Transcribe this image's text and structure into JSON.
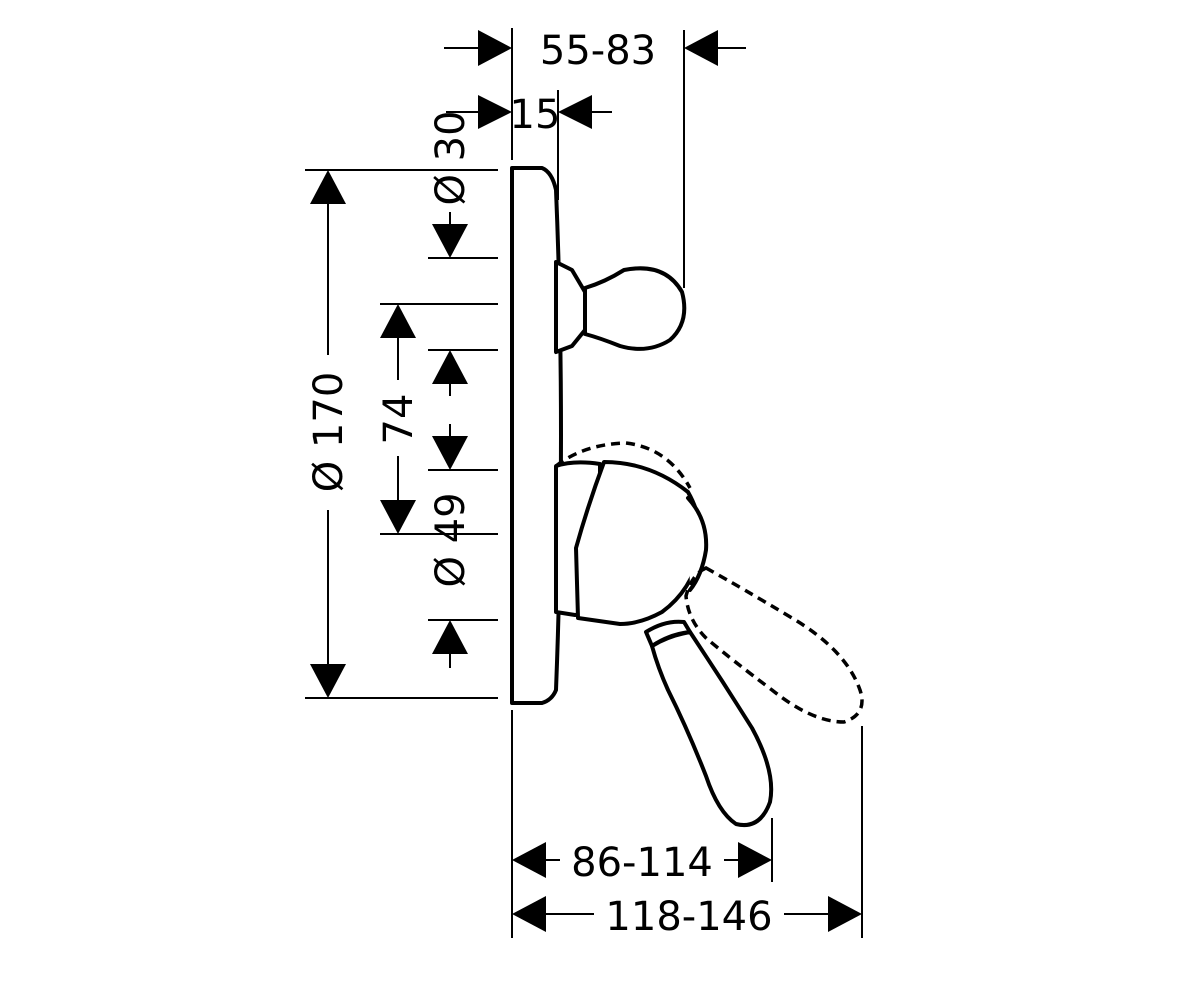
{
  "dimensions": {
    "projection_total": "55-83",
    "cap_depth": "15",
    "cap_diameter": "Ø 30",
    "rosette_diameter": "Ø 170",
    "spindle_spacing": "74",
    "body_diameter": "Ø 49",
    "lever_reach": "86-114",
    "lever_reach_max": "118-146"
  },
  "colors": {
    "line": "#000000",
    "background": "#ffffff"
  }
}
